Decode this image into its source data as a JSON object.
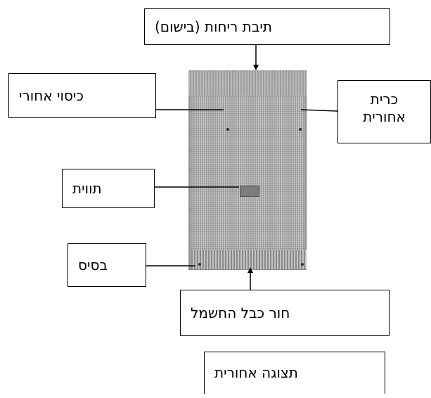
{
  "labels": {
    "vent": "תיבת ריחות (בישום)",
    "back_cover": "כיסוי אחורי",
    "back_pillow_line1": "כרית",
    "back_pillow_line2": "אחורית",
    "tag": "תווית",
    "base": "בסיס",
    "power_cable_hole": "חור כבל החשמל",
    "rear_view": "תצוגה אחורית"
  }
}
